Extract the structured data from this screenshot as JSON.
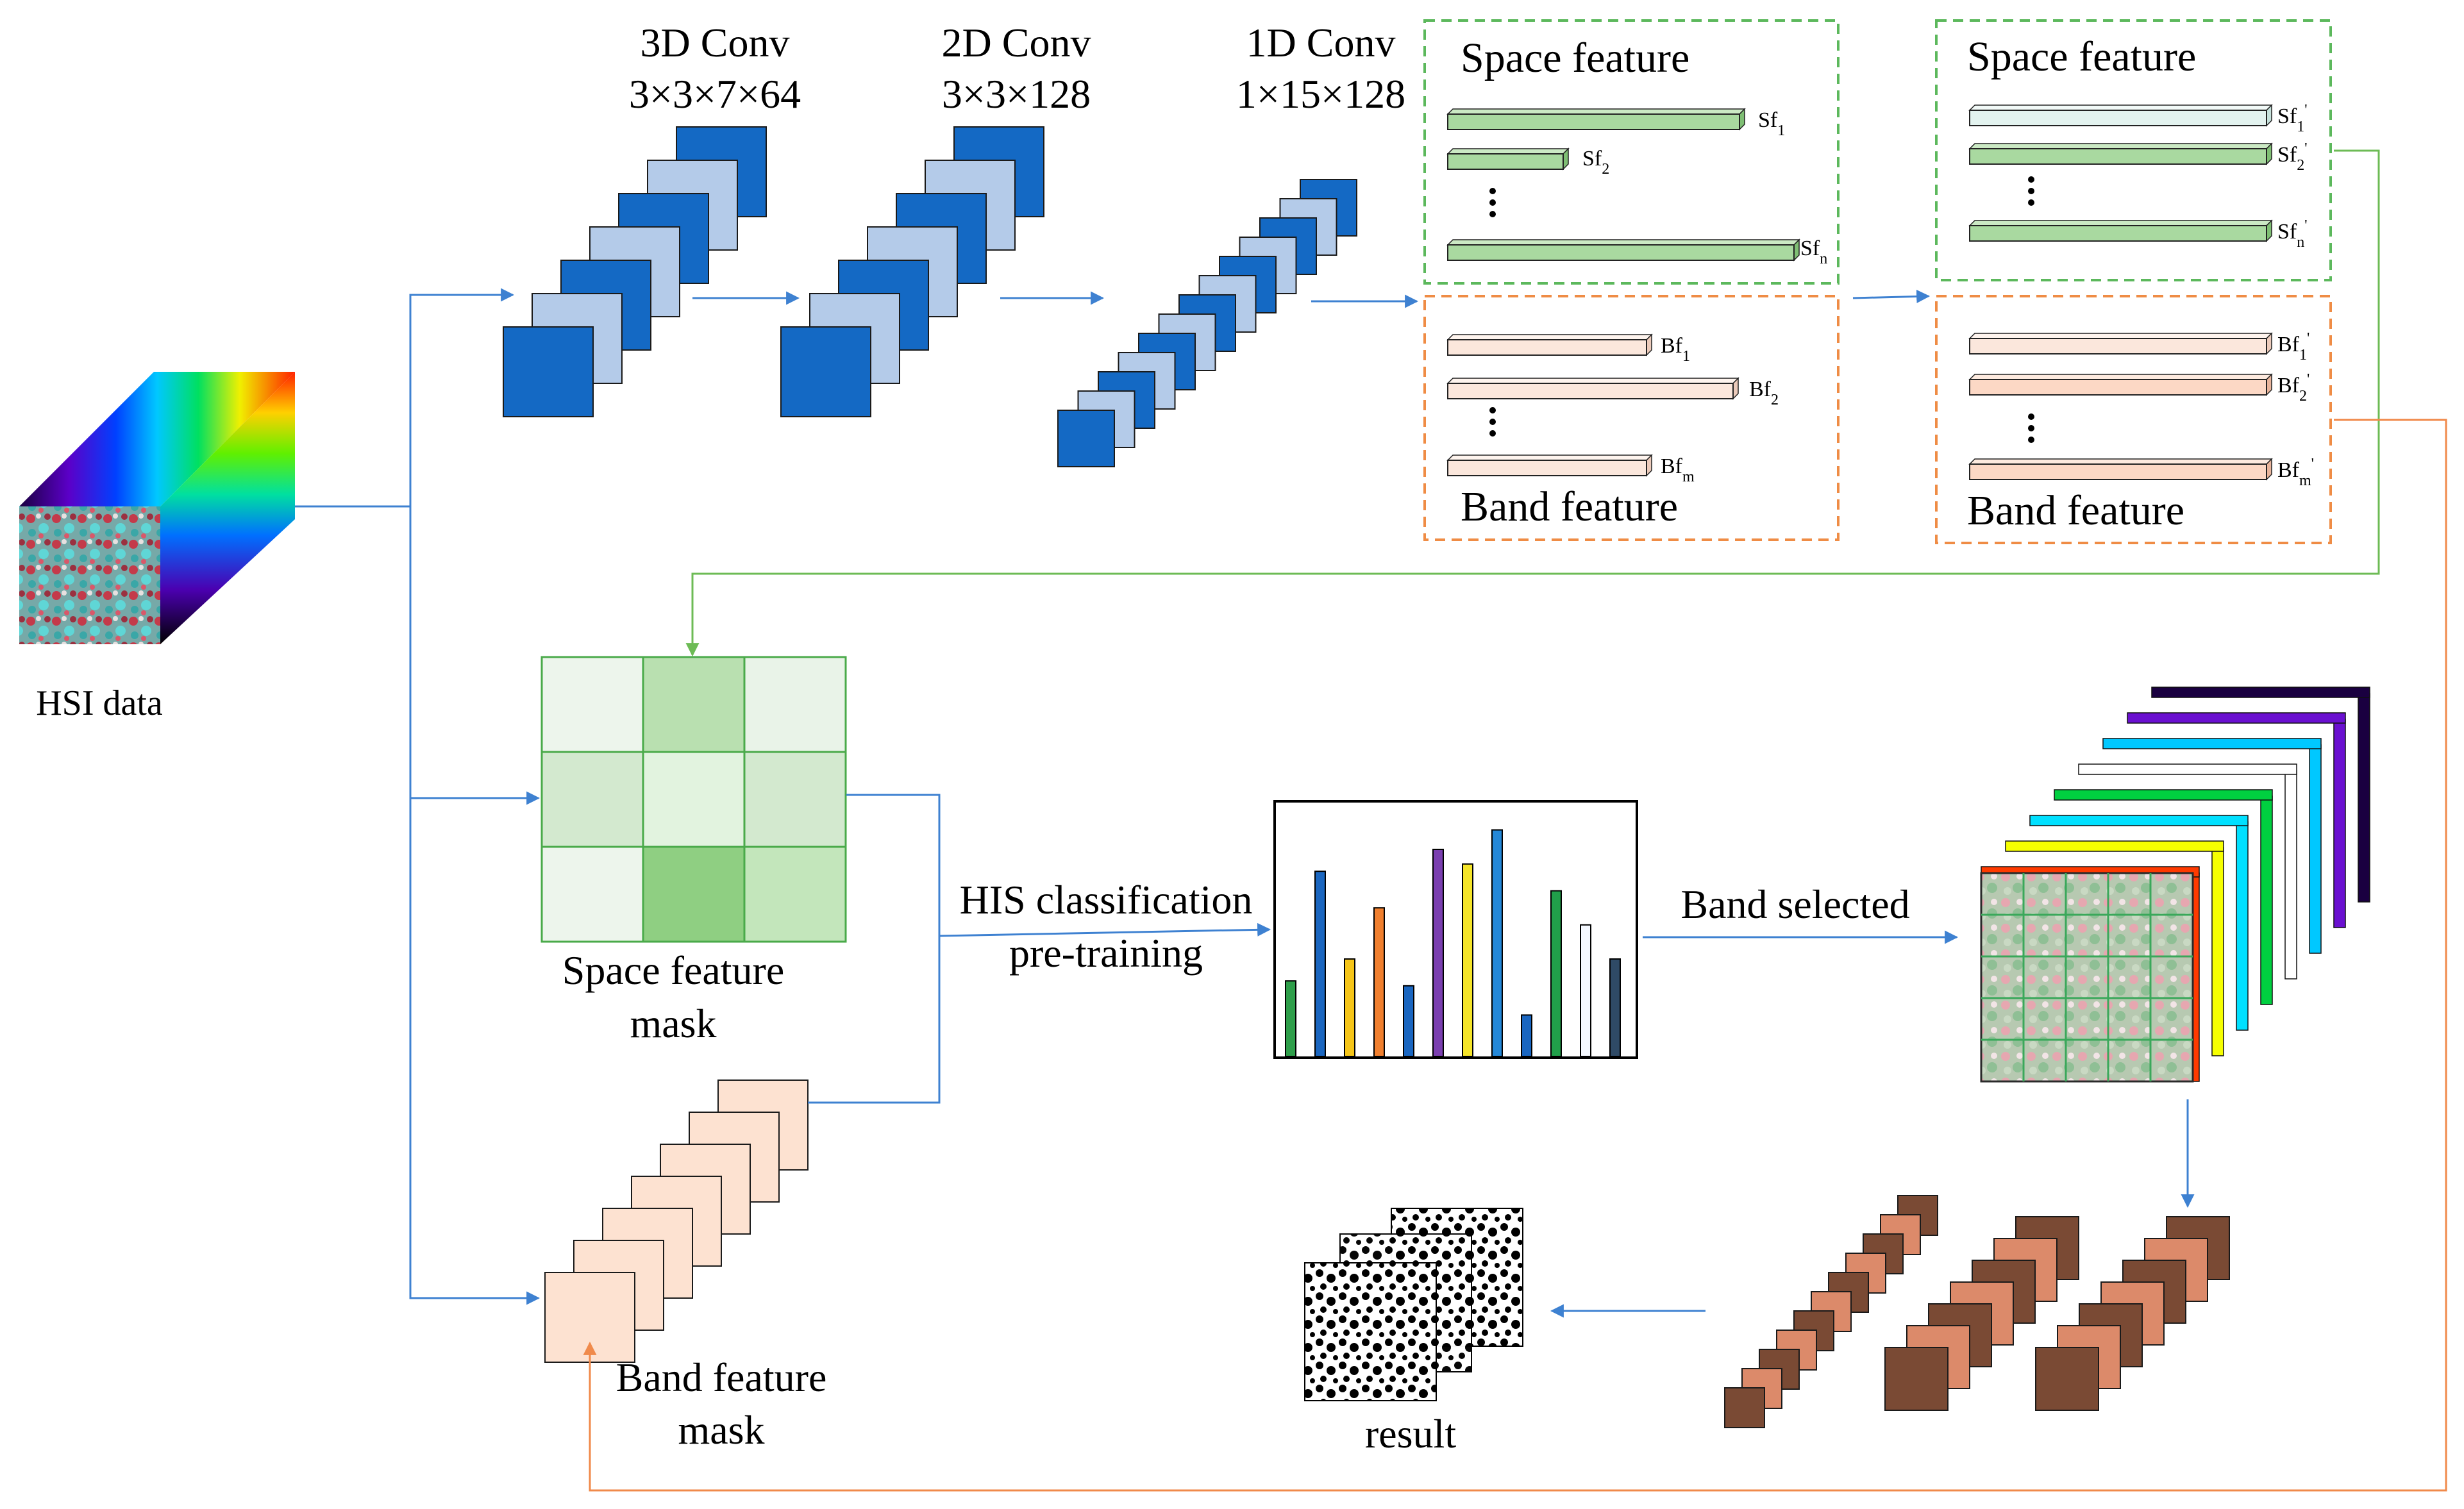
{
  "colors": {
    "blue_dark": "#1469c4",
    "blue_light": "#b4cbe9",
    "green_dark": "#8fcf82",
    "green_light": "#dcefd8",
    "peach": "#fde2d1",
    "orange_dash": "#ef8c45",
    "green_dash": "#5cb85c",
    "arrow_blue": "#3e81d1",
    "arrow_green": "#6dbb55",
    "arrow_orange": "#f08a4b",
    "brown_dark": "#7a4a34",
    "brown_light": "#dc8a6a"
  },
  "labels": {
    "hsi_data": "HSI data",
    "conv3d_title": "3D Conv",
    "conv3d_dims": "3×3×7×64",
    "conv2d_title": "2D Conv",
    "conv2d_dims": "3×3×128",
    "conv1d_title": "1D Conv",
    "conv1d_dims": "1×15×128",
    "space_feature_1": "Space feature",
    "band_feature_1": "Band feature",
    "space_feature_2": "Space feature",
    "band_feature_2": "Band feature",
    "space_mask_l1": "Space feature",
    "space_mask_l2": "mask",
    "band_mask_l1": "Band feature",
    "band_mask_l2": "mask",
    "his_l1": "HIS classification",
    "his_l2": "pre-training",
    "band_selected": "Band selected",
    "result": "result"
  },
  "features": {
    "sf": [
      {
        "base": "Sf",
        "sub": "1",
        "prime": ""
      },
      {
        "base": "Sf",
        "sub": "2",
        "prime": ""
      },
      {
        "base": "Sf",
        "sub": "n",
        "prime": ""
      }
    ],
    "bf": [
      {
        "base": "Bf",
        "sub": "1",
        "prime": ""
      },
      {
        "base": "Bf",
        "sub": "2",
        "prime": ""
      },
      {
        "base": "Bf",
        "sub": "m",
        "prime": ""
      }
    ],
    "sf_prime": [
      {
        "base": "Sf",
        "sub": "1",
        "prime": "'"
      },
      {
        "base": "Sf",
        "sub": "2",
        "prime": "'"
      },
      {
        "base": "Sf",
        "sub": "n",
        "prime": "'"
      }
    ],
    "bf_prime": [
      {
        "base": "Bf",
        "sub": "1",
        "prime": "'"
      },
      {
        "base": "Bf",
        "sub": "2",
        "prime": "'"
      },
      {
        "base": "Bf",
        "sub": "m",
        "prime": "'"
      }
    ]
  }
}
